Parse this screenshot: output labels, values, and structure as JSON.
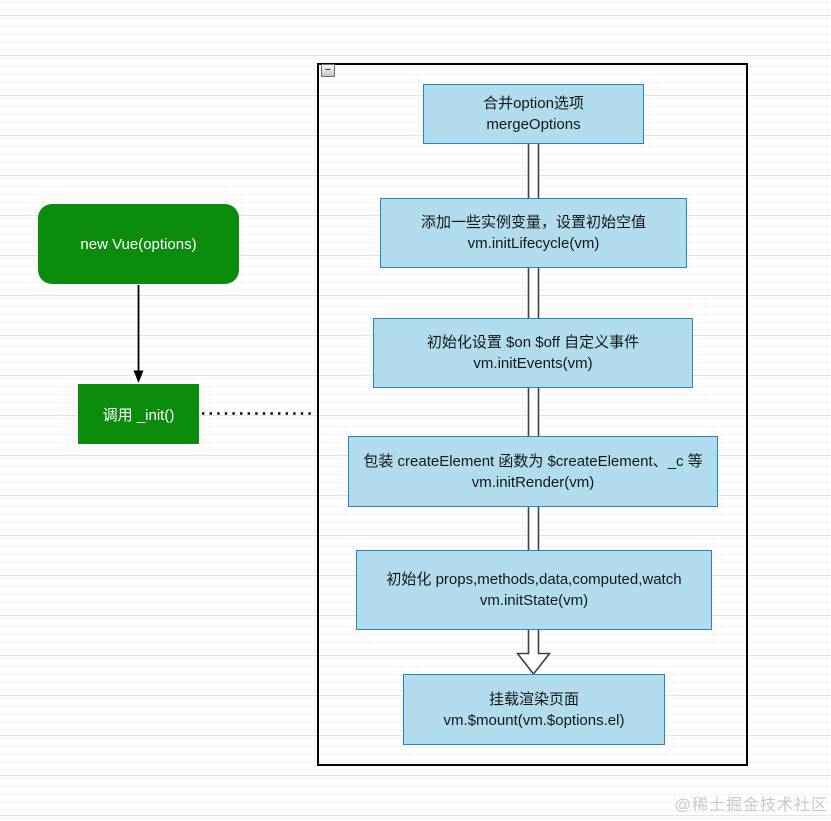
{
  "diagram": {
    "start_node": {
      "label": "new Vue(options)"
    },
    "init_node": {
      "label": "调用 _init()"
    },
    "container": {
      "collapse_glyph": "−"
    },
    "steps": [
      {
        "title": "合并option选项",
        "code": "mergeOptions"
      },
      {
        "title": "添加一些实例变量，设置初始空值",
        "code": "vm.initLifecycle(vm)"
      },
      {
        "title": "初始化设置 $on $off 自定义事件",
        "code": "vm.initEvents(vm)"
      },
      {
        "title": "包装 createElement 函数为 $createElement、_c 等",
        "code": "vm.initRender(vm)"
      },
      {
        "title": "初始化 props,methods,data,computed,watch",
        "code": "vm.initState(vm)"
      },
      {
        "title": "挂载渲染页面",
        "code": "vm.$mount(vm.$options.el)"
      }
    ]
  },
  "colors": {
    "node_green": "#0c8c0c",
    "node_text": "#ffffff",
    "step_fill": "#b0dcee",
    "step_border": "#2585c2",
    "step_text": "#161616",
    "container_border": "#000000",
    "connector_thin": "#000000",
    "connector_thick": "#404040",
    "grid_major": "#e2e2e2",
    "grid_minor": "#f4f4f4",
    "watermark_text_color": "#c9c9c9"
  },
  "watermark": {
    "text": "@稀土掘金技术社区"
  }
}
